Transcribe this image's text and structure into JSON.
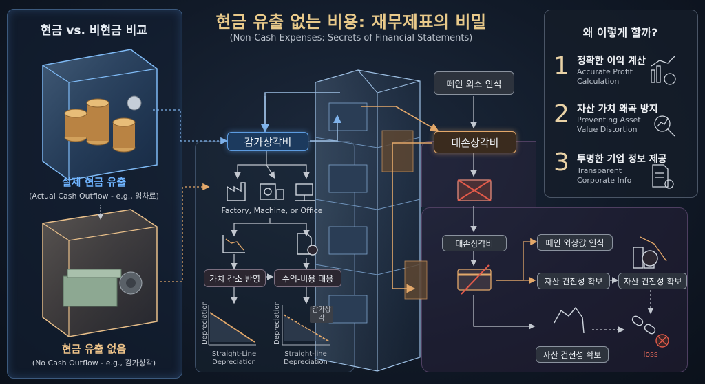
{
  "header": {
    "title_ko": "현금 유출 없는 비용: 재무제표의 비밀",
    "title_en": "(Non-Cash Expenses: Secrets of Financial Statements)"
  },
  "left": {
    "title": "현금 vs. 비현금 비교",
    "cash": {
      "title": "실제 현금 유출",
      "sub": "(Actual Cash Outflow - e.g., 임차료)"
    },
    "noncash": {
      "title": "현금 유출 없음",
      "sub": "(No Cash Outflow - e.g., 감가상각)"
    }
  },
  "center": {
    "depreciation_node": "감가상각비",
    "assets_label": "Factory, Machine, or Office",
    "value_decrease": "가치 감소 반영",
    "revenue_matching": "수익-비용 대응",
    "chart1": {
      "ylabel": "Depreciation",
      "caption": "Straight-Line\nDepreciation"
    },
    "chart2": {
      "ylabel": "Depreciation",
      "caption": "Straight-line\nDepreciation",
      "tag": "감가상각"
    }
  },
  "right_flow": {
    "impairment_top": "떼인 외소 인식",
    "bad_debt_node": "대손상각비",
    "bad_debt_small": "대손상각비",
    "impairment_recognize": "떼인 외상값 인식",
    "asset_soundness_1": "자산 건전성 확보",
    "asset_soundness_2": "자산 건전성 확보",
    "asset_soundness_3": "자산 건전성 확보",
    "loss_label": "loss"
  },
  "why": {
    "title": "왜 이렇게 할까?",
    "items": [
      {
        "num": "1",
        "ko": "정확한 이익 계산",
        "en1": "Accurate Profit",
        "en2": "Calculation"
      },
      {
        "num": "2",
        "ko": "자산 가치 왜곡 방지",
        "en1": "Preventing Asset",
        "en2": "Value Distortion"
      },
      {
        "num": "3",
        "ko": "투명한 기업 정보 제공",
        "en1": "Transparent",
        "en2": "Corporate Info"
      }
    ]
  },
  "colors": {
    "accent_blue": "#5c9be0",
    "accent_amber": "#e3a86a",
    "title_gold": "#e8c98a"
  }
}
